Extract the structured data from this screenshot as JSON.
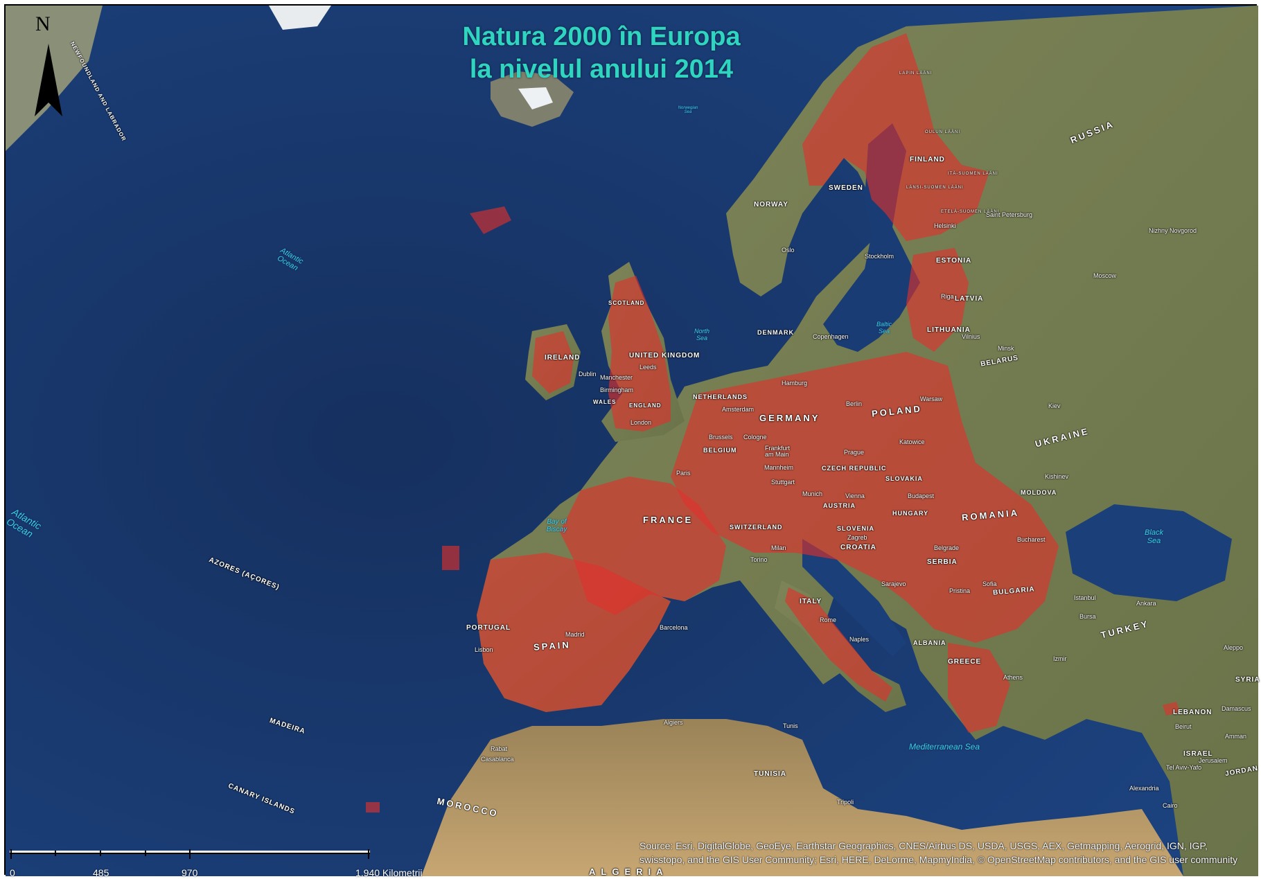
{
  "title": {
    "line1": "Natura 2000 în Europa",
    "line2": "la nivelul anului 2014"
  },
  "north_arrow": {
    "letter": "N"
  },
  "countries": [
    "SWEDEN",
    "FINLAND",
    "NORWAY",
    "RUSSIA",
    "ESTONIA",
    "LATVIA",
    "LITHUANIA",
    "BELARUS",
    "DENMARK",
    "IRELAND",
    "UNITED KINGDOM",
    "SCOTLAND",
    "WALES",
    "ENGLAND",
    "NETHERLANDS",
    "BELGIUM",
    "GERMANY",
    "POLAND",
    "UKRAINE",
    "FRANCE",
    "CZECH REPUBLIC",
    "SLOVAKIA",
    "AUSTRIA",
    "SWITZERLAND",
    "SLOVENIA",
    "HUNGARY",
    "ROMANIA",
    "MOLDOVA",
    "CROATIA",
    "SERBIA",
    "BULGARIA",
    "ITALY",
    "ALBANIA",
    "GREECE",
    "TURKEY",
    "SPAIN",
    "PORTUGAL",
    "MOROCCO",
    "TUNISIA",
    "LEBANON",
    "ISRAEL",
    "JORDAN",
    "SYRIA",
    "ALGERIA",
    "NEWFOUNDLAND AND LABRADOR",
    "AZORES (AÇORES)",
    "MADEIRA",
    "CANARY ISLANDS",
    "LAPIN LÄÄNI",
    "OULUN LÄÄNI",
    "ITÄ-SUOMEN LÄÄNI",
    "LÄNSI-SUOMEN LÄÄNI",
    "ETELÄ-SUOMEN LÄÄNI"
  ],
  "cities": [
    "Oslo",
    "Stockholm",
    "Helsinki",
    "Saint Petersburg",
    "Moscow",
    "Nizhny Novgorod",
    "Riga",
    "Vilnius",
    "Minsk",
    "Copenhagen",
    "Dublin",
    "Manchester",
    "Leeds",
    "Birmingham",
    "London",
    "Amsterdam",
    "Hamburg",
    "Berlin",
    "Warsaw",
    "Brussels",
    "Cologne",
    "Frankfurt am Main",
    "Mannheim",
    "Stuttgart",
    "Prague",
    "Katowice",
    "Kiev",
    "Kishinev",
    "Paris",
    "Munich",
    "Vienna",
    "Budapest",
    "Zagreb",
    "Milan",
    "Torino",
    "Belgrade",
    "Bucharest",
    "Sarajevo",
    "Pristina",
    "Sofia",
    "Rome",
    "Naples",
    "Istanbul",
    "Bursa",
    "Ankara",
    "Izmir",
    "Athens",
    "Madrid",
    "Lisbon",
    "Barcelona",
    "Algiers",
    "Tunis",
    "Tripoli",
    "Rabat",
    "Casablanca",
    "Aleppo",
    "Beirut",
    "Damascus",
    "Amman",
    "Tel Aviv-Yafo",
    "Jerusalem",
    "Alexandria",
    "Cairo"
  ],
  "water": [
    "Atlantic Ocean",
    "Norwegian Sea",
    "North Sea",
    "Baltic Sea",
    "Bay of Biscay",
    "Black Sea",
    "Mediterranean Sea"
  ],
  "scale": {
    "ticks": [
      "0",
      "485",
      "970",
      "1.940 Kilometrii"
    ]
  },
  "source": "Source: Esri, DigitalGlobe, GeoEye, Earthstar Geographics, CNES/Airbus DS, USDA, USGS, AEX, Getmapping, Aerogrid, IGN, IGP, swisstopo, and the GIS User Community; Esri, HERE, DeLorme, MapmyIndia, © OpenStreetMap contributors, and the GIS user community",
  "colors": {
    "title": "#2fd5c0",
    "natura": "#e0302c",
    "ocean": "#17386e",
    "land": "#6f7a4c"
  }
}
